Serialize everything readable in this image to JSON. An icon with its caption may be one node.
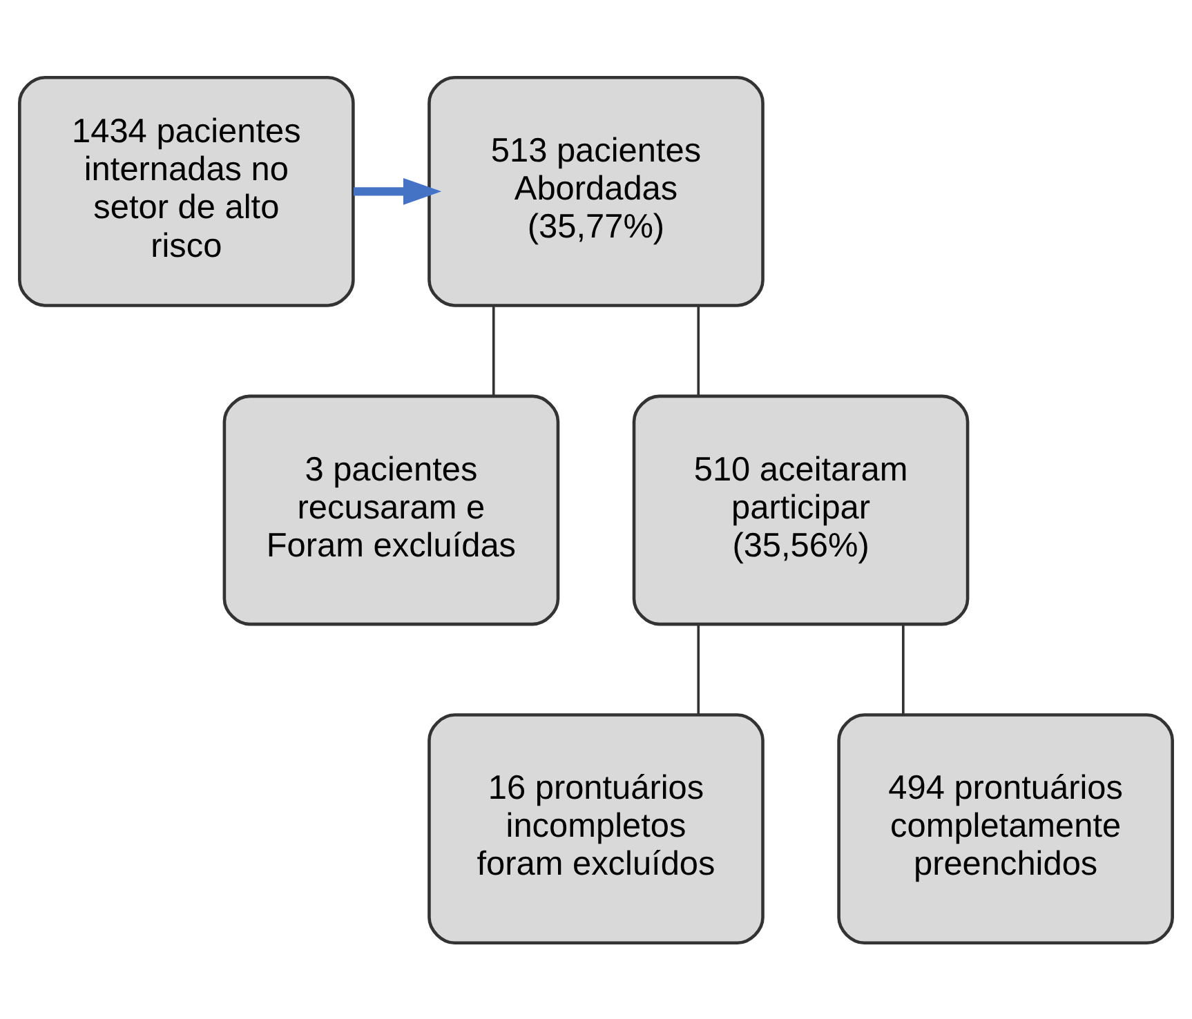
{
  "diagram": {
    "nodes": [
      {
        "text": [
          "1434 pacientes internadas no setor de alto risco"
        ]
      },
      {
        "text": [
          "513 pacientes",
          "Abordadas (35,77%)"
        ]
      },
      {
        "text": [
          "3 pacientes recusaram e Foram excluídas"
        ]
      },
      {
        "text": [
          "510 aceitaram participar (35,56%)"
        ]
      },
      {
        "text": [
          "16 prontuários incompletos foram excluídos"
        ]
      },
      {
        "text": [
          "494 prontuários completamente preenchidos"
        ]
      }
    ],
    "edges": [
      {
        "from": 0,
        "to": 1,
        "arrow": "to",
        "style": "thick",
        "color": "#4472c4"
      },
      {
        "from": 1,
        "to": 2,
        "arrow": "none"
      },
      {
        "from": 1,
        "to": 3,
        "arrow": "none"
      },
      {
        "from": 3,
        "to": 4,
        "arrow": "none"
      },
      {
        "from": 3,
        "to": 5,
        "arrow": "none"
      }
    ]
  }
}
